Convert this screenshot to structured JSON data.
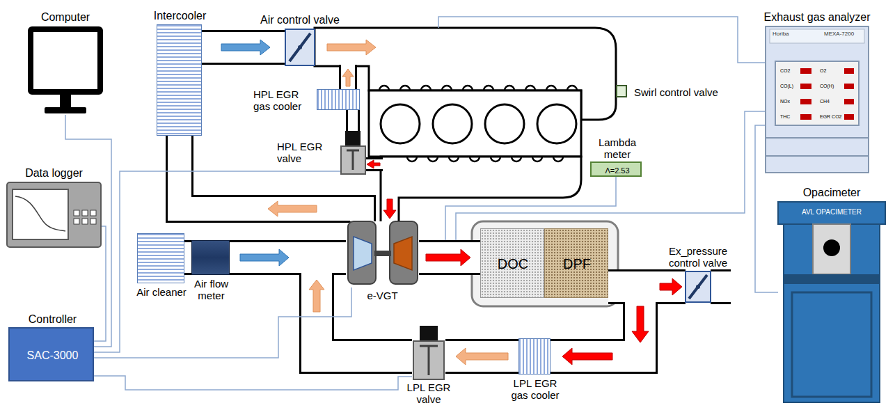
{
  "diagram": {
    "nodes": [
      {
        "text": [
          "Computer"
        ]
      },
      {
        "text": [
          "Intercooler"
        ]
      },
      {
        "text": [
          "Air control valve"
        ]
      },
      {
        "text": [
          "Exhaust gas analyzer",
          "Horiba",
          "MEXA-7200"
        ]
      },
      {
        "text": [
          "HPL EGR gas cooler"
        ]
      },
      {
        "text": [
          "Swirl control valve"
        ]
      },
      {
        "text": [
          "HPL EGR valve"
        ]
      },
      {
        "text": [
          "Lambda meter",
          "Λ=2.53"
        ]
      },
      {
        "text": [
          "Data logger"
        ]
      },
      {
        "text": [
          "Opacimeter",
          "AVL OPACIMETER"
        ]
      },
      {
        "text": [
          "Air cleaner"
        ]
      },
      {
        "text": [
          "Air flow meter"
        ]
      },
      {
        "text": [
          "e-VGT"
        ]
      },
      {
        "text": [
          "DOC"
        ]
      },
      {
        "text": [
          "DPF"
        ]
      },
      {
        "text": [
          "Ex_pressure control valve"
        ]
      },
      {
        "text": [
          "Controller",
          "SAC-3000"
        ]
      },
      {
        "text": [
          "LPL EGR valve"
        ]
      },
      {
        "text": [
          "LPL EGR gas cooler"
        ]
      }
    ],
    "edges": [
      {
        "from": 10,
        "to": 11,
        "arrow": "none"
      },
      {
        "from": 11,
        "to": 12,
        "arrow": "none"
      },
      {
        "from": 12,
        "to": 1,
        "arrow": "none"
      },
      {
        "from": 1,
        "to": 2,
        "arrow": "none"
      },
      {
        "from": 6,
        "to": 4,
        "arrow": "none"
      },
      {
        "from": 12,
        "to": 13,
        "arrow": "none"
      },
      {
        "from": 14,
        "to": 15,
        "arrow": "none"
      },
      {
        "from": 14,
        "to": 18,
        "arrow": "none"
      },
      {
        "from": 18,
        "to": 17,
        "arrow": "none"
      },
      {
        "from": 17,
        "to": 12,
        "arrow": "none"
      },
      {
        "from": 0,
        "to": 16,
        "arrow": "none"
      },
      {
        "from": 8,
        "to": 16,
        "arrow": "none"
      },
      {
        "from": 16,
        "to": 6,
        "arrow": "none"
      },
      {
        "from": 16,
        "to": 12,
        "arrow": "none"
      },
      {
        "from": 16,
        "to": 17,
        "arrow": "none"
      },
      {
        "from": 3,
        "to": 9,
        "arrow": "none"
      }
    ],
    "labels": [
      "CO2",
      "O2",
      "CO(L)",
      "CO(H)",
      "NOx",
      "CH4",
      "THC",
      "EGR CO2"
    ]
  }
}
